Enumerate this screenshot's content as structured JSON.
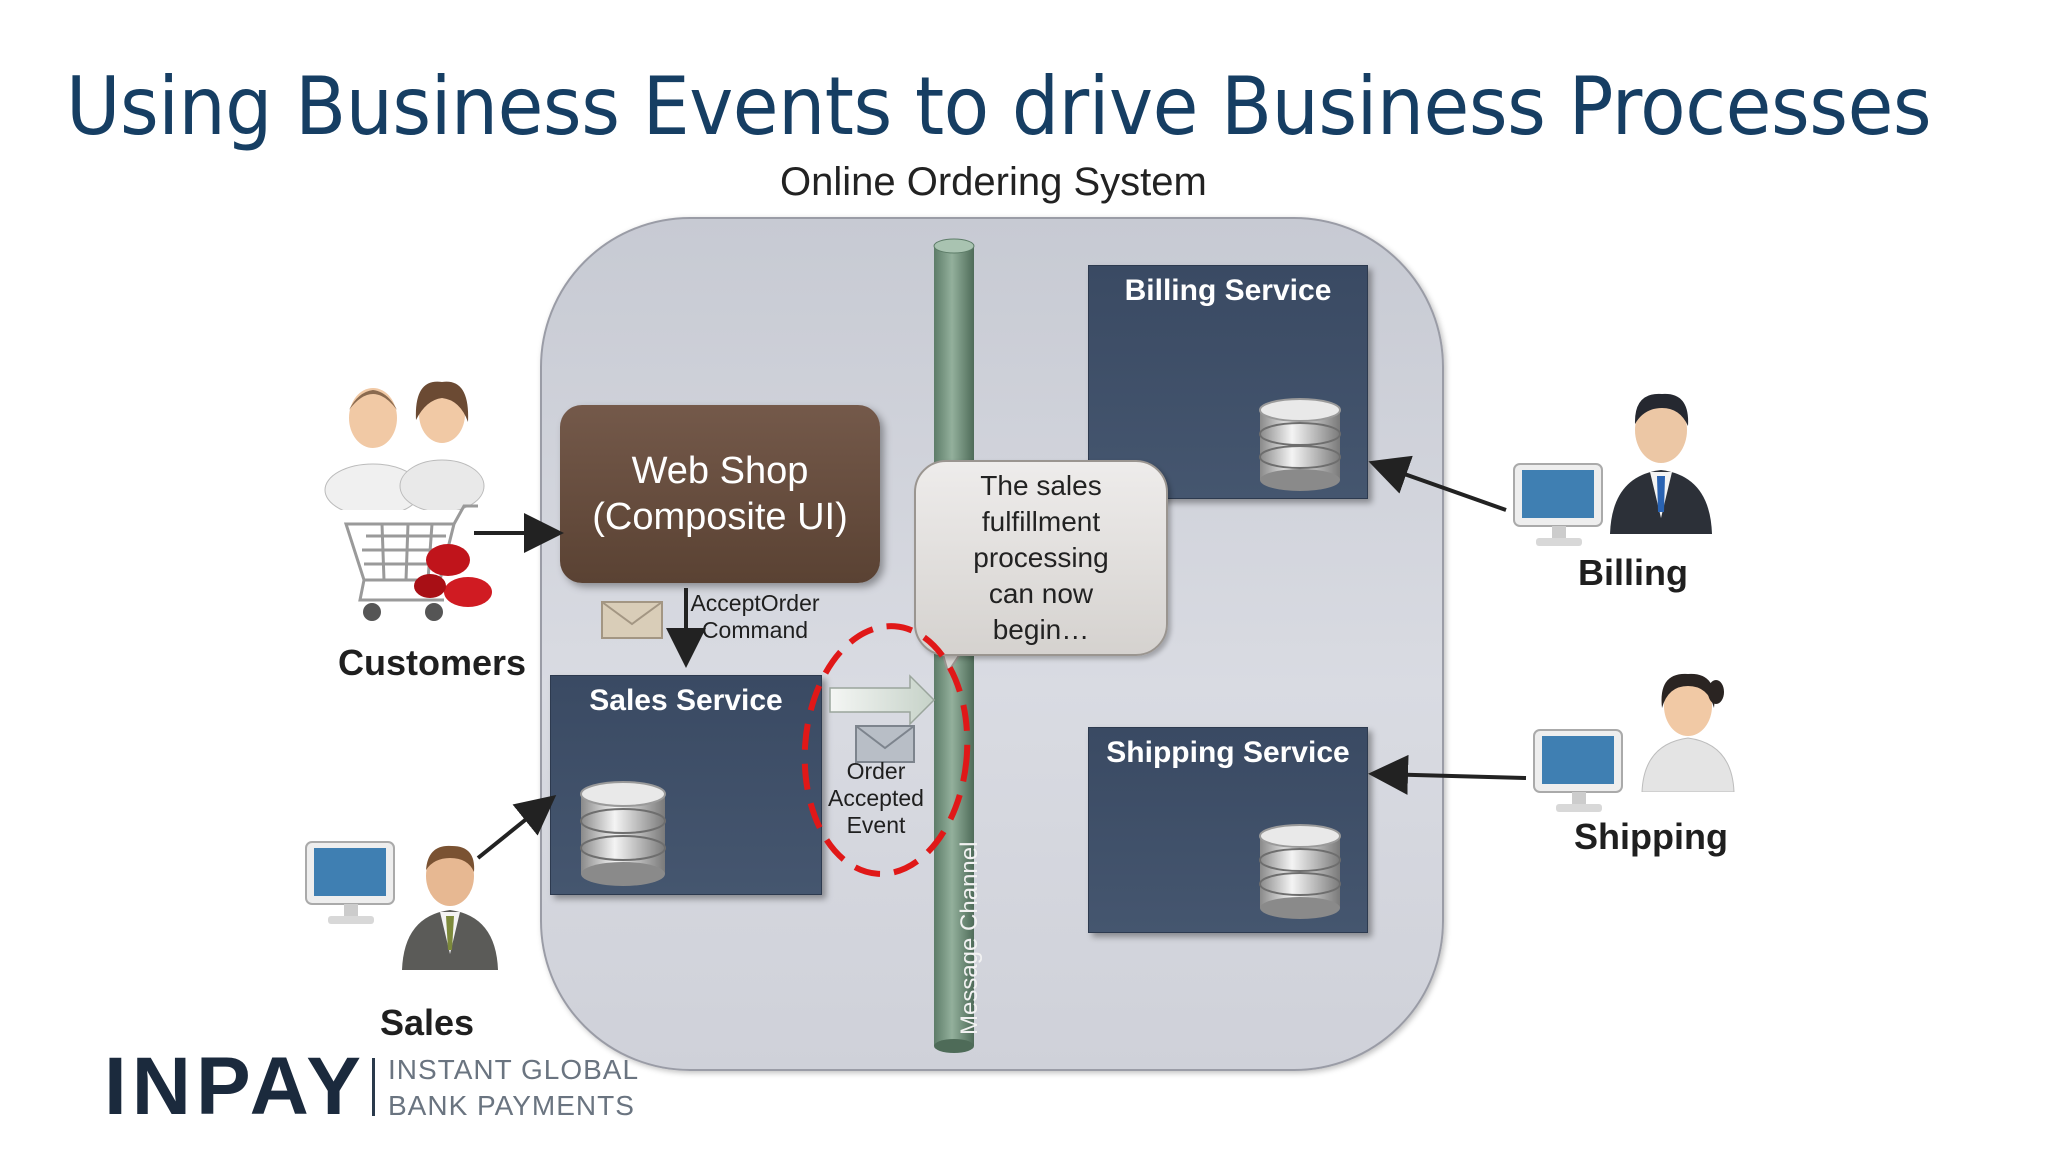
{
  "slide": {
    "title": "Using Business Events to drive Business Processes",
    "system_label": "Online Ordering System"
  },
  "web_shop": {
    "line1": "Web Shop",
    "line2": "(Composite UI)"
  },
  "services": {
    "billing": "Billing Service",
    "sales": "Sales Service",
    "shipping": "Shipping Service"
  },
  "command": {
    "line1": "AcceptOrder",
    "line2": "Command"
  },
  "event": {
    "line1": "Order",
    "line2": "Accepted",
    "line3": "Event"
  },
  "callout": {
    "lines": [
      "The sales",
      "fulfillment",
      "processing",
      "can now",
      "begin…"
    ]
  },
  "message_channel": "Message Channel",
  "roles": {
    "customers": "Customers",
    "sales": "Sales",
    "billing": "Billing",
    "shipping": "Shipping"
  },
  "logo": {
    "wordmark": "INPAY",
    "tagline1": "INSTANT GLOBAL",
    "tagline2": "BANK PAYMENTS"
  },
  "colors": {
    "title": "#163e63",
    "service_fill": "#3d4d66",
    "web_shop_fill": "#654b3c",
    "channel_fill": "#6f8f7a",
    "event_highlight": "#e01818"
  }
}
